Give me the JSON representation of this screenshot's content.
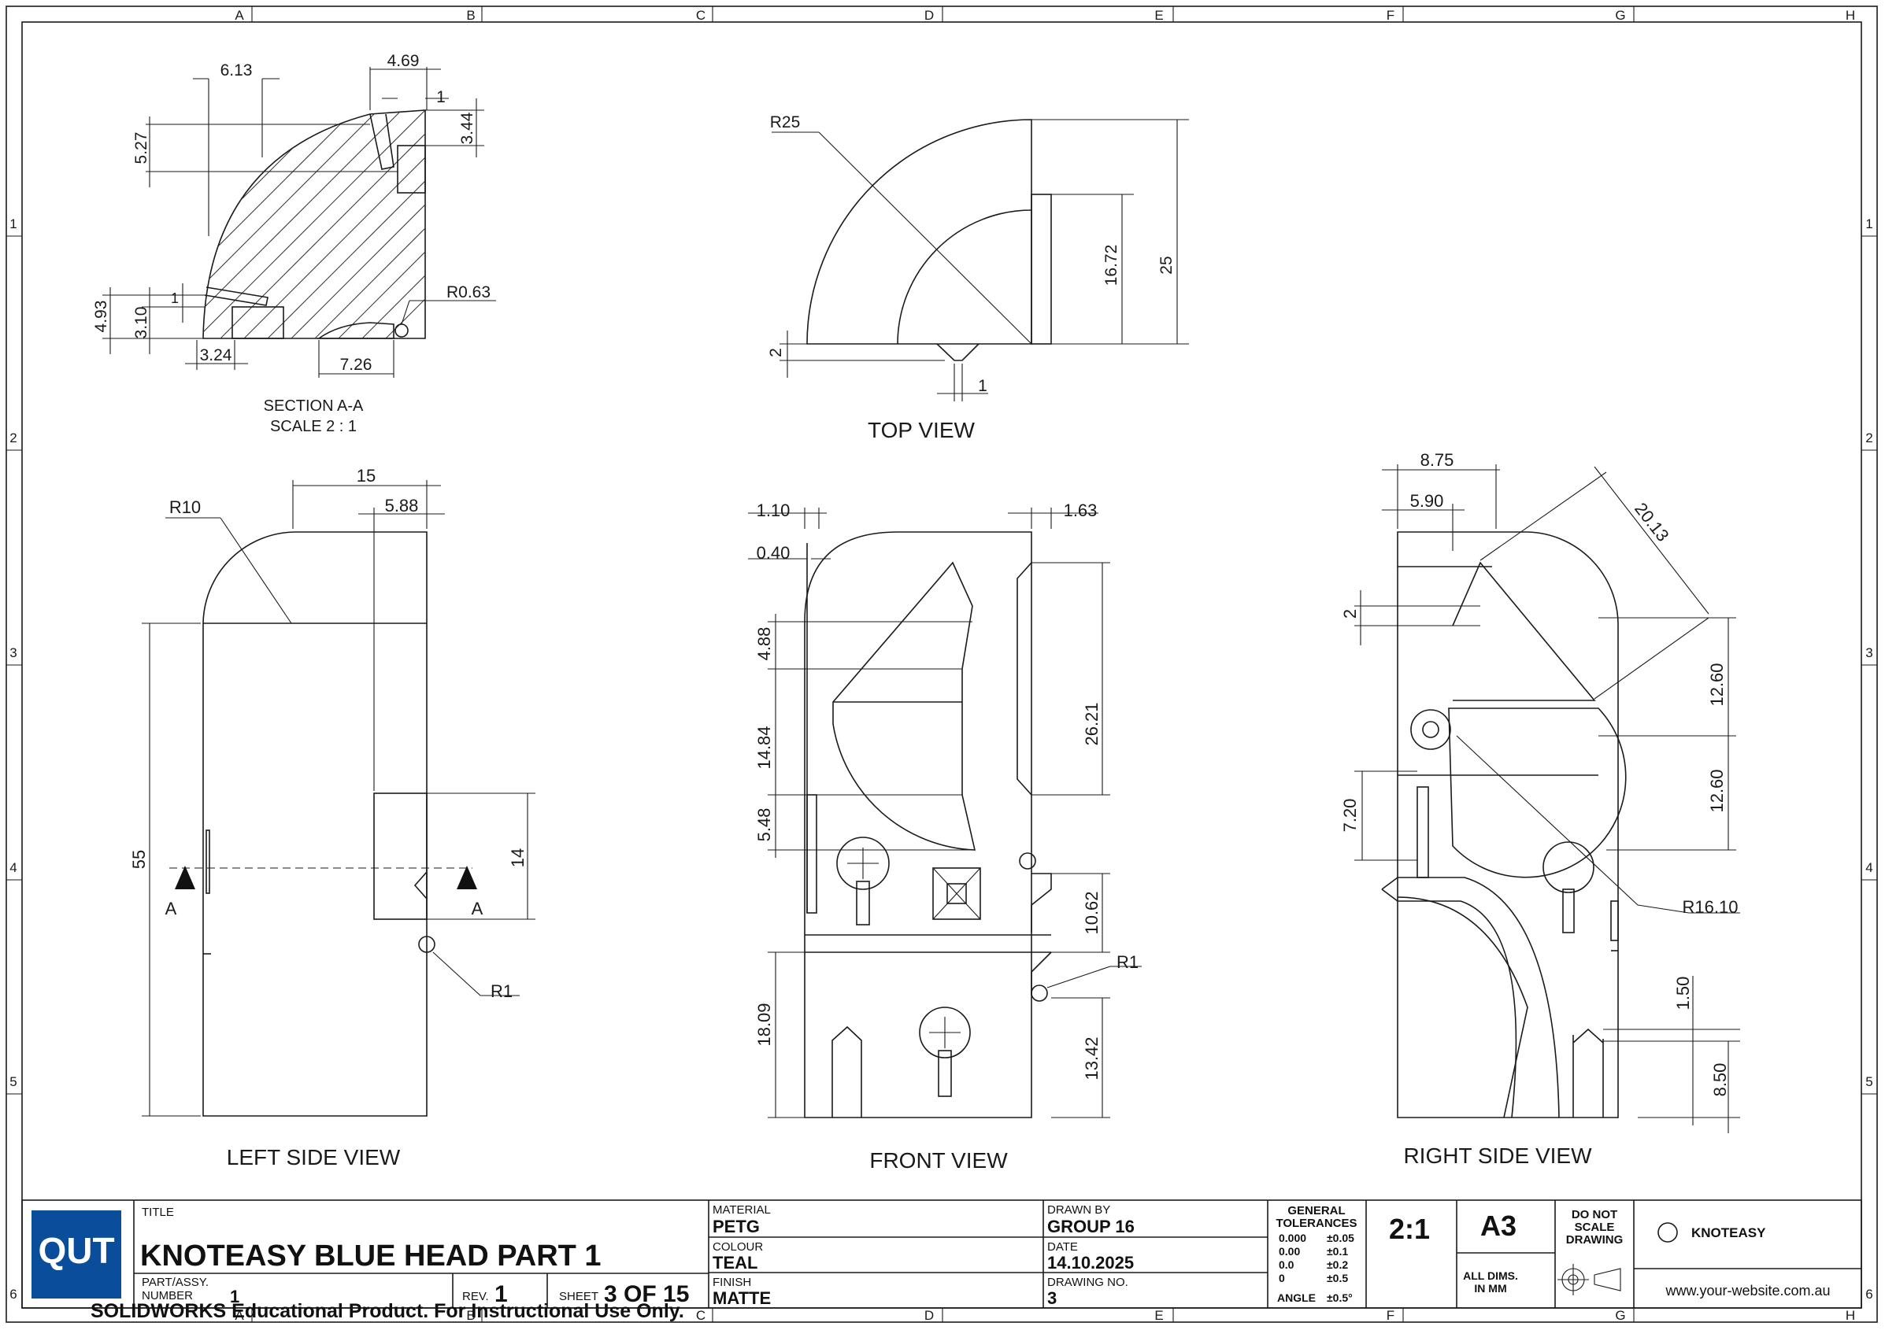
{
  "border": {
    "cols": [
      "A",
      "B",
      "C",
      "D",
      "E",
      "F",
      "G",
      "H"
    ],
    "rows": [
      "1",
      "2",
      "3",
      "4",
      "5",
      "6"
    ]
  },
  "views": {
    "section": {
      "title": "SECTION A-A",
      "scale": "SCALE 2 : 1",
      "dims": [
        "6.13",
        "4.69",
        "1",
        "3.44",
        "5.27",
        "R0.63",
        "4.93",
        "3.10",
        "1",
        "3.24",
        "7.26"
      ]
    },
    "top": {
      "title": "TOP VIEW",
      "dims": [
        "R25",
        "16.72",
        "25",
        "2",
        "1"
      ]
    },
    "left": {
      "title": "LEFT SIDE VIEW",
      "dims": [
        "15",
        "5.88",
        "R10",
        "55",
        "14",
        "R1"
      ],
      "section_marker": "A"
    },
    "front": {
      "title": "FRONT VIEW",
      "dims": [
        "1.10",
        "1.63",
        "0.40",
        "4.88",
        "26.21",
        "14.84",
        "5.48",
        "10.62",
        "R1",
        "18.09",
        "13.42"
      ]
    },
    "right": {
      "title": "RIGHT SIDE VIEW",
      "dims": [
        "8.75",
        "5.90",
        "20.13",
        "2",
        "12.60",
        "12.60",
        "7.20",
        "R16.10",
        "1.50",
        "8.50"
      ]
    }
  },
  "title_block": {
    "logo": "QUT",
    "title_label": "TITLE",
    "title": "KNOTEASY BLUE HEAD PART 1",
    "part_label_1": "PART/ASSY.",
    "part_label_2": "NUMBER",
    "part_number": "1",
    "rev_label": "REV.",
    "rev": "1",
    "sheet_label": "SHEET",
    "sheet": "3 OF 15",
    "material_label": "MATERIAL",
    "material": "PETG",
    "colour_label": "COLOUR",
    "colour": "TEAL",
    "finish_label": "FINISH",
    "finish": "MATTE",
    "drawn_by_label": "DRAWN BY",
    "drawn_by": "GROUP 16",
    "date_label": "DATE",
    "date": "14.10.2025",
    "drawing_no_label": "DRAWING NO.",
    "drawing_no": "3",
    "tolerances_title_1": "GENERAL",
    "tolerances_title_2": "TOLERANCES",
    "tolerances": [
      {
        "k": "0.000",
        "v": "±0.05"
      },
      {
        "k": "0.00",
        "v": "±0.1"
      },
      {
        "k": "0.0",
        "v": "±0.2"
      },
      {
        "k": "0",
        "v": "±0.5"
      }
    ],
    "angle_label": "ANGLE",
    "angle_tol": "±0.5°",
    "scale": "2:1",
    "paper": "A3",
    "do_not_scale_1": "DO NOT",
    "do_not_scale_2": "SCALE",
    "do_not_scale_3": "DRAWING",
    "all_dims_1": "ALL DIMS.",
    "all_dims_2": "IN MM",
    "brand": "KNOTEASY",
    "website": "www.your-website.com.au"
  },
  "footer_note": "SOLIDWORKS Educational Product. For Instructional Use Only."
}
